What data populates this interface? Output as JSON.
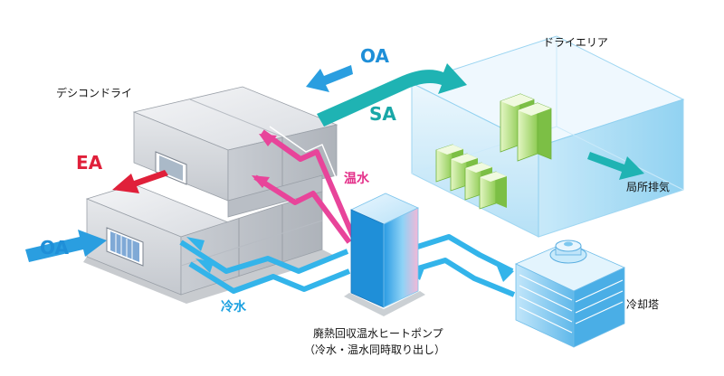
{
  "labels": {
    "desiccant_dryer": "デシコンドライ",
    "dry_area": "ドライエリア",
    "oa_top": "OA",
    "sa": "SA",
    "ea": "EA",
    "oa_left": "OA",
    "hot_water": "温水",
    "cold_water": "冷水",
    "local_exhaust": "局所排気",
    "cooling_tower": "冷却塔",
    "heat_pump_line1": "廃熱回収温水ヒートポンプ",
    "heat_pump_line2": "（冷水・温水同時取り出し）"
  },
  "colors": {
    "oa_arrow": "#2a9ee0",
    "sa_arrow": "#1fb3b3",
    "ea_arrow": "#e0203a",
    "hot_pipe": "#e8449a",
    "cold_pipe": "#33b4ea"
  }
}
